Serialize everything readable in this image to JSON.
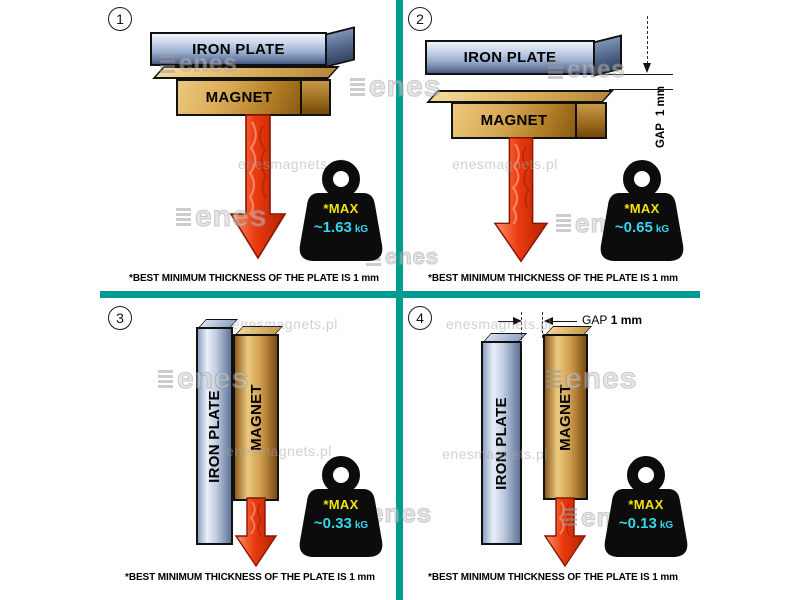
{
  "brand": {
    "logo_text": "enes",
    "url_text": "enesmagnets.pl"
  },
  "labels": {
    "iron_plate": "IRON PLATE",
    "magnet": "MAGNET",
    "gap": "GAP",
    "gap_value": "1 mm"
  },
  "caption": {
    "prefix": "*BEST MINIMUM THICKNESS OF THE PLATE IS",
    "bold": "1 mm"
  },
  "panels": [
    {
      "number": "1",
      "max_label": "*MAX",
      "value": "~1.63",
      "unit": "kG"
    },
    {
      "number": "2",
      "max_label": "*MAX",
      "value": "~0.65",
      "unit": "kG"
    },
    {
      "number": "3",
      "max_label": "*MAX",
      "value": "~0.33",
      "unit": "kG"
    },
    {
      "number": "4",
      "max_label": "*MAX",
      "value": "~0.13",
      "unit": "kG"
    }
  ],
  "colors": {
    "divider": "#009c90",
    "arrow_red": "#ea3a10",
    "max_yellow": "#f2e40a",
    "value_cyan": "#35d6ea"
  }
}
